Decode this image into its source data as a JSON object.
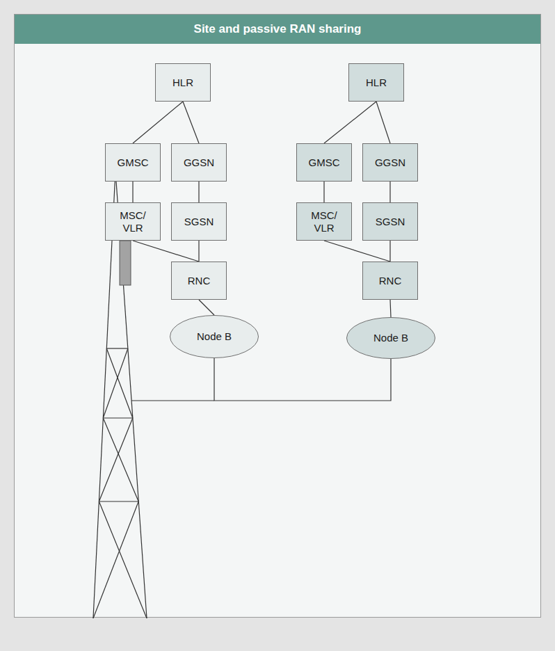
{
  "diagram": {
    "title": "Site and passive RAN sharing",
    "nodes": [
      {
        "text": [
          "HLR"
        ]
      },
      {
        "text": [
          "GMSC"
        ]
      },
      {
        "text": [
          "GGSN"
        ]
      },
      {
        "text": [
          "MSC/ VLR"
        ]
      },
      {
        "text": [
          "SGSN"
        ]
      },
      {
        "text": [
          "RNC"
        ]
      },
      {
        "text": [
          "Node B"
        ]
      },
      {
        "text": [
          "HLR"
        ]
      },
      {
        "text": [
          "GMSC"
        ]
      },
      {
        "text": [
          "GGSN"
        ]
      },
      {
        "text": [
          "MSC/ VLR"
        ]
      },
      {
        "text": [
          "SGSN"
        ]
      },
      {
        "text": [
          "RNC"
        ]
      },
      {
        "text": [
          "Node B"
        ]
      }
    ],
    "edges": [
      {
        "from": 0,
        "to": 1,
        "arrow": "none"
      },
      {
        "from": 0,
        "to": 2,
        "arrow": "none"
      },
      {
        "from": 1,
        "to": 3,
        "arrow": "none"
      },
      {
        "from": 2,
        "to": 4,
        "arrow": "none"
      },
      {
        "from": 3,
        "to": 5,
        "arrow": "none"
      },
      {
        "from": 4,
        "to": 5,
        "arrow": "none"
      },
      {
        "from": 5,
        "to": 6,
        "arrow": "none"
      },
      {
        "from": 7,
        "to": 8,
        "arrow": "none"
      },
      {
        "from": 7,
        "to": 9,
        "arrow": "none"
      },
      {
        "from": 8,
        "to": 10,
        "arrow": "none"
      },
      {
        "from": 9,
        "to": 11,
        "arrow": "none"
      },
      {
        "from": 10,
        "to": 12,
        "arrow": "none"
      },
      {
        "from": 11,
        "to": 12,
        "arrow": "none"
      },
      {
        "from": 12,
        "to": 13,
        "arrow": "none"
      },
      {
        "from": 6,
        "to": 13,
        "arrow": "none"
      }
    ]
  }
}
